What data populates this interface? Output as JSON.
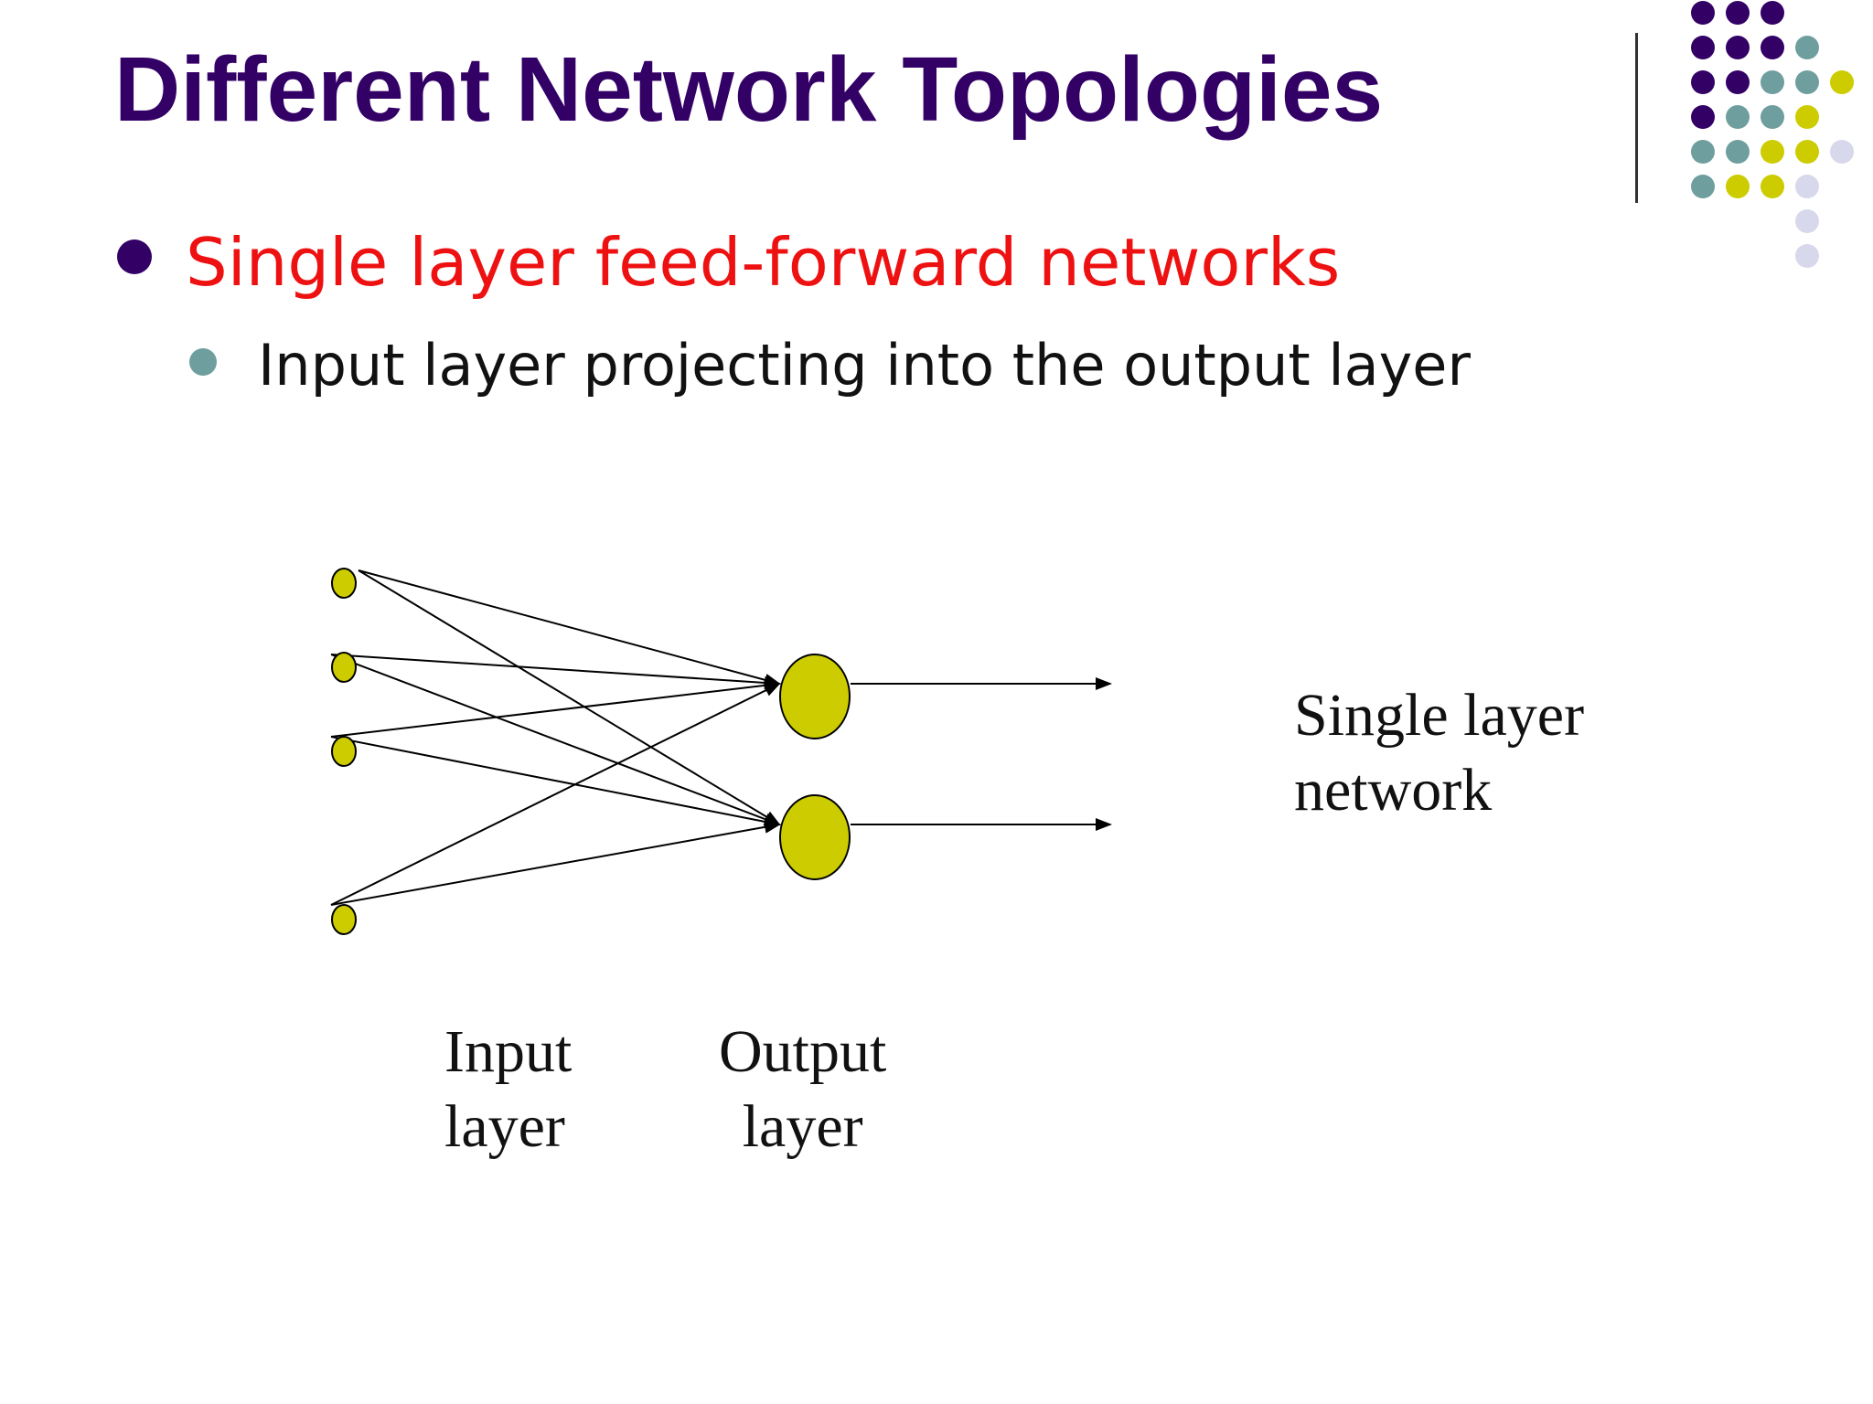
{
  "slide": {
    "title": "Different Network Topologies",
    "bullets": [
      {
        "level": 1,
        "text": "Single layer feed-forward networks"
      },
      {
        "level": 2,
        "text": "Input layer projecting into the output layer"
      }
    ]
  },
  "diagram": {
    "input_label": [
      "Input",
      "layer"
    ],
    "output_label": [
      "Output",
      "layer"
    ],
    "caption": [
      "Single layer",
      "network"
    ],
    "input_nodes": 4,
    "output_nodes": 2,
    "connections": "fully-connected"
  },
  "colors": {
    "title": "#330066",
    "bullet1_dot": "#330066",
    "bullet1_text": "#ee1111",
    "bullet2_dot": "#6f9e9e",
    "node_fill": "#cccc00",
    "purple": "#330066",
    "teal": "#6f9e9e",
    "olive": "#cccc00",
    "lavender": "#d8d8ec"
  },
  "decoration": {
    "dot_grid": [
      [
        "purple",
        "purple",
        "purple",
        "",
        "",
        "",
        ""
      ],
      [
        "purple",
        "purple",
        "purple",
        "teal",
        "",
        "",
        ""
      ],
      [
        "purple",
        "purple",
        "teal",
        "teal",
        "olive",
        "",
        ""
      ],
      [
        "purple",
        "teal",
        "teal",
        "olive",
        "",
        "",
        ""
      ],
      [
        "teal",
        "teal",
        "olive",
        "olive",
        "lavender",
        "",
        ""
      ],
      [
        "teal",
        "olive",
        "olive",
        "lavender",
        "",
        "",
        ""
      ],
      [
        "",
        "",
        "",
        "lavender",
        "",
        "",
        ""
      ],
      [
        "",
        "",
        "",
        "lavender",
        "",
        "",
        ""
      ]
    ]
  }
}
